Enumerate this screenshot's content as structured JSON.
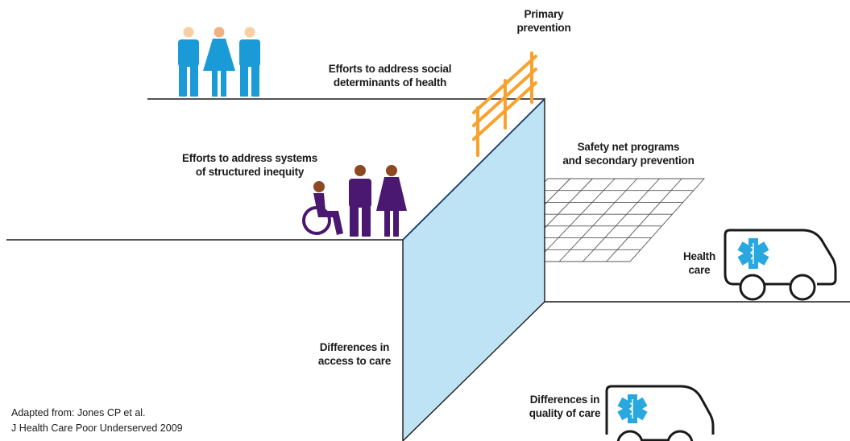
{
  "labels": {
    "primary_prevention": [
      "Primary",
      "prevention"
    ],
    "social_determinants": [
      "Efforts to address social",
      "determinants of health"
    ],
    "structured_inequity": [
      "Efforts to address systems",
      "of structured inequity"
    ],
    "safety_net": [
      "Safety net programs",
      "and secondary prevention"
    ],
    "health_care": [
      "Health",
      "care"
    ],
    "access_to_care": [
      "Differences in",
      "access to care"
    ],
    "quality_of_care": [
      "Differences in",
      "quality of care"
    ]
  },
  "citation": {
    "line1": "Adapted from: Jones CP et al.",
    "line2": "J Health Care Poor Underserved 2009"
  },
  "colors": {
    "people_top": "#1a9ad6",
    "people_top_head_light": "#f7cfa3",
    "people_top_head_mid": "#efb183",
    "people_bottom": "#4a1870",
    "people_bottom_head": "#8b4a22",
    "fence": "#f7a22e",
    "cliff_face": "#bde3f5",
    "cliff_edge": "#1a3a6a",
    "ground_line": "#1a1a1a",
    "star_of_life": "#29a8e0"
  },
  "icons": {
    "people_top": [
      "person-icon",
      "woman-icon",
      "person-icon"
    ],
    "people_bottom": [
      "wheelchair-user-icon",
      "person-icon",
      "woman-icon"
    ],
    "fence": "fence-icon",
    "net": "safety-net-icon",
    "ambulance": "ambulance-icon",
    "medical": "star-of-life-icon"
  }
}
